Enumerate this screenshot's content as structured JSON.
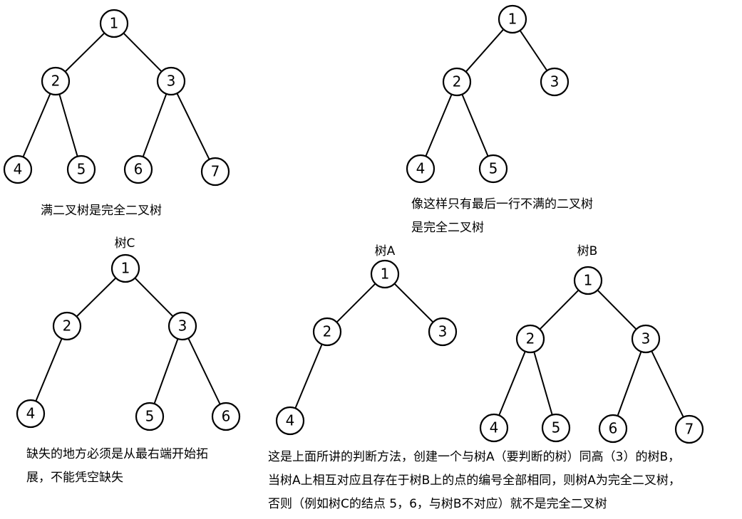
{
  "trees": [
    {
      "id": "full",
      "title": "",
      "nodes": [
        "1",
        "2",
        "3",
        "4",
        "5",
        "6",
        "7"
      ],
      "edges": [
        [
          "1",
          "2"
        ],
        [
          "1",
          "3"
        ],
        [
          "2",
          "4"
        ],
        [
          "2",
          "5"
        ],
        [
          "3",
          "6"
        ],
        [
          "3",
          "7"
        ]
      ]
    },
    {
      "id": "partial",
      "title": "",
      "nodes": [
        "1",
        "2",
        "3",
        "4",
        "5"
      ],
      "edges": [
        [
          "1",
          "2"
        ],
        [
          "1",
          "3"
        ],
        [
          "2",
          "4"
        ],
        [
          "2",
          "5"
        ]
      ]
    },
    {
      "id": "tree-c",
      "title": "树C",
      "nodes": [
        "1",
        "2",
        "3",
        "4",
        "5",
        "6"
      ],
      "edges": [
        [
          "1",
          "2"
        ],
        [
          "1",
          "3"
        ],
        [
          "2",
          "4"
        ],
        [
          "3",
          "5"
        ],
        [
          "3",
          "6"
        ]
      ]
    },
    {
      "id": "tree-a",
      "title": "树A",
      "nodes": [
        "1",
        "2",
        "3",
        "4"
      ],
      "edges": [
        [
          "1",
          "2"
        ],
        [
          "1",
          "3"
        ],
        [
          "2",
          "4"
        ]
      ]
    },
    {
      "id": "tree-b",
      "title": "树B",
      "nodes": [
        "1",
        "2",
        "3",
        "4",
        "5",
        "6",
        "7"
      ],
      "edges": [
        [
          "1",
          "2"
        ],
        [
          "1",
          "3"
        ],
        [
          "2",
          "4"
        ],
        [
          "2",
          "5"
        ],
        [
          "3",
          "6"
        ],
        [
          "3",
          "7"
        ]
      ]
    }
  ],
  "captions": {
    "full_tree": "满二叉树是完全二叉树",
    "last_row_line1": "像这样只有最后一行不满的二叉树",
    "last_row_line2": "是完全二叉树",
    "missing_line1": "缺失的地方必须是从最右端开始拓",
    "missing_line2": "展，不能凭空缺失",
    "method_line1": "这是上面所讲的判断方法，创建一个与树A（要判断的树）同高（3）的树B，",
    "method_line2": "当树A上相互对应且存在于树B上的点的编号全部相同，则树A为完全二叉树，",
    "method_line3": "否则（例如树C的结点 5，6，与树B不对应）就不是完全二叉树"
  }
}
